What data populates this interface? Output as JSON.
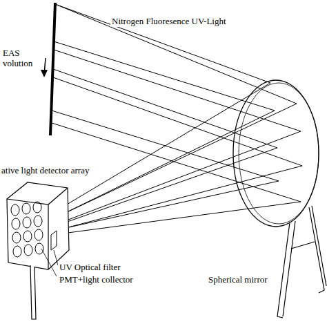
{
  "diagram": {
    "labels": [
      "Nitrogen Fluoresence UV-Light",
      "EAS volution",
      "ative light detector array",
      "UV Optical filter",
      "PMT+light collector",
      "Spherical mirror"
    ]
  }
}
